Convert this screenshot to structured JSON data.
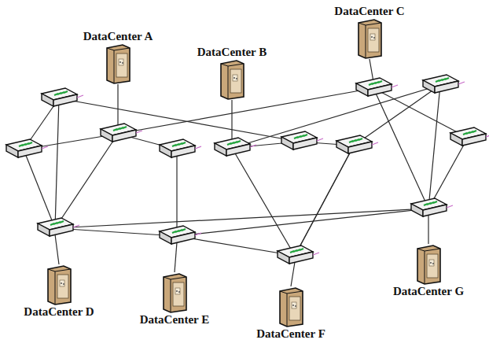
{
  "diagram": {
    "nodes": [
      {
        "text": [
          "DataCenter A"
        ]
      },
      {
        "text": [
          "DataCenter B"
        ]
      },
      {
        "text": [
          "DataCenter C"
        ]
      },
      {
        "text": [
          "DataCenter D"
        ]
      },
      {
        "text": [
          "DataCenter E"
        ]
      },
      {
        "text": [
          "DataCenter F"
        ]
      },
      {
        "text": [
          "DataCenter G"
        ]
      }
    ]
  }
}
